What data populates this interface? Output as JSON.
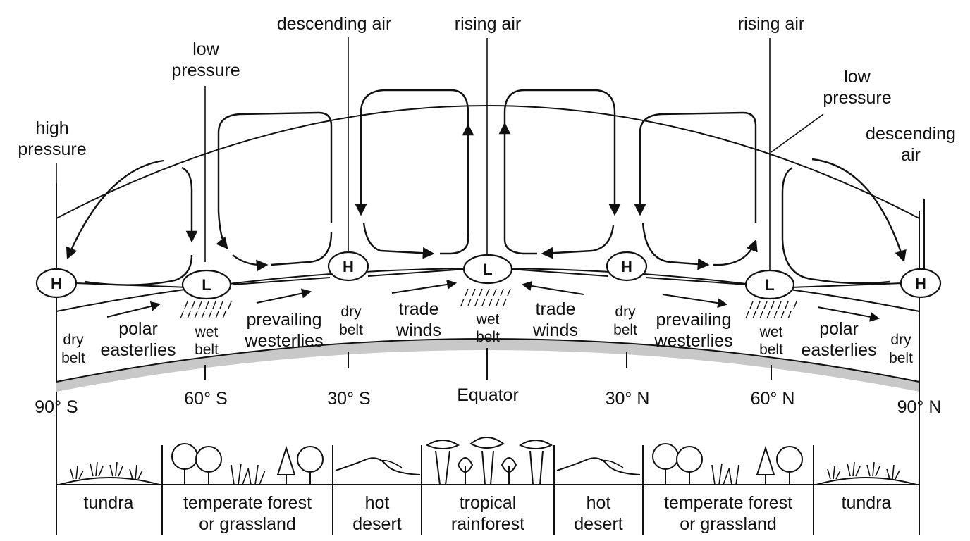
{
  "callouts": {
    "high_pressure": [
      "high",
      "pressure"
    ],
    "low_pressure_left": [
      "low",
      "pressure"
    ],
    "descending_air_left": "descending air",
    "rising_air_center": "rising air",
    "rising_air_right": "rising air",
    "low_pressure_right": [
      "low",
      "pressure"
    ],
    "descending_air_right": [
      "descending",
      "air"
    ]
  },
  "pressure_centers": [
    {
      "letter": "H"
    },
    {
      "letter": "L"
    },
    {
      "letter": "H"
    },
    {
      "letter": "L"
    },
    {
      "letter": "H"
    },
    {
      "letter": "L"
    },
    {
      "letter": "H"
    }
  ],
  "belts": {
    "dry_belt_sp": [
      "dry",
      "belt"
    ],
    "polar_easterlies_s": [
      "polar",
      "easterlies"
    ],
    "wet_belt_60s": [
      "wet",
      "belt"
    ],
    "prevailing_westerlies_s": [
      "prevailing",
      "westerlies"
    ],
    "dry_belt_30s": [
      "dry",
      "belt"
    ],
    "trade_winds_s": [
      "trade",
      "winds"
    ],
    "wet_belt_eq": [
      "wet",
      "belt"
    ],
    "trade_winds_n": [
      "trade",
      "winds"
    ],
    "dry_belt_30n": [
      "dry",
      "belt"
    ],
    "prevailing_westerlies_n": [
      "prevailing",
      "westerlies"
    ],
    "wet_belt_60n": [
      "wet",
      "belt"
    ],
    "polar_easterlies_n": [
      "polar",
      "easterlies"
    ],
    "dry_belt_np": [
      "dry",
      "belt"
    ]
  },
  "latitudes": [
    "90° S",
    "60° S",
    "30° S",
    "Equator",
    "30° N",
    "60° N",
    "90° N"
  ],
  "biomes": [
    [
      "tundra"
    ],
    [
      "temperate forest",
      "or grassland"
    ],
    [
      "hot",
      "desert"
    ],
    [
      "tropical",
      "rainforest"
    ],
    [
      "hot",
      "desert"
    ],
    [
      "temperate forest",
      "or grassland"
    ],
    [
      "tundra"
    ]
  ],
  "icons": {
    "pressure_marker": "ellipse-badge-icon",
    "rain": "rain-streaks-icon",
    "grass": "grass-tuft-icon",
    "tree": "deciduous-tree-icon",
    "conifer": "conifer-tree-icon",
    "dune": "sand-dune-icon",
    "palm": "tropical-tree-icon",
    "arrow": "arrow-icon"
  },
  "colors": {
    "ink": "#111111",
    "ground_shadow": "#c8c8c8",
    "background": "#ffffff"
  }
}
